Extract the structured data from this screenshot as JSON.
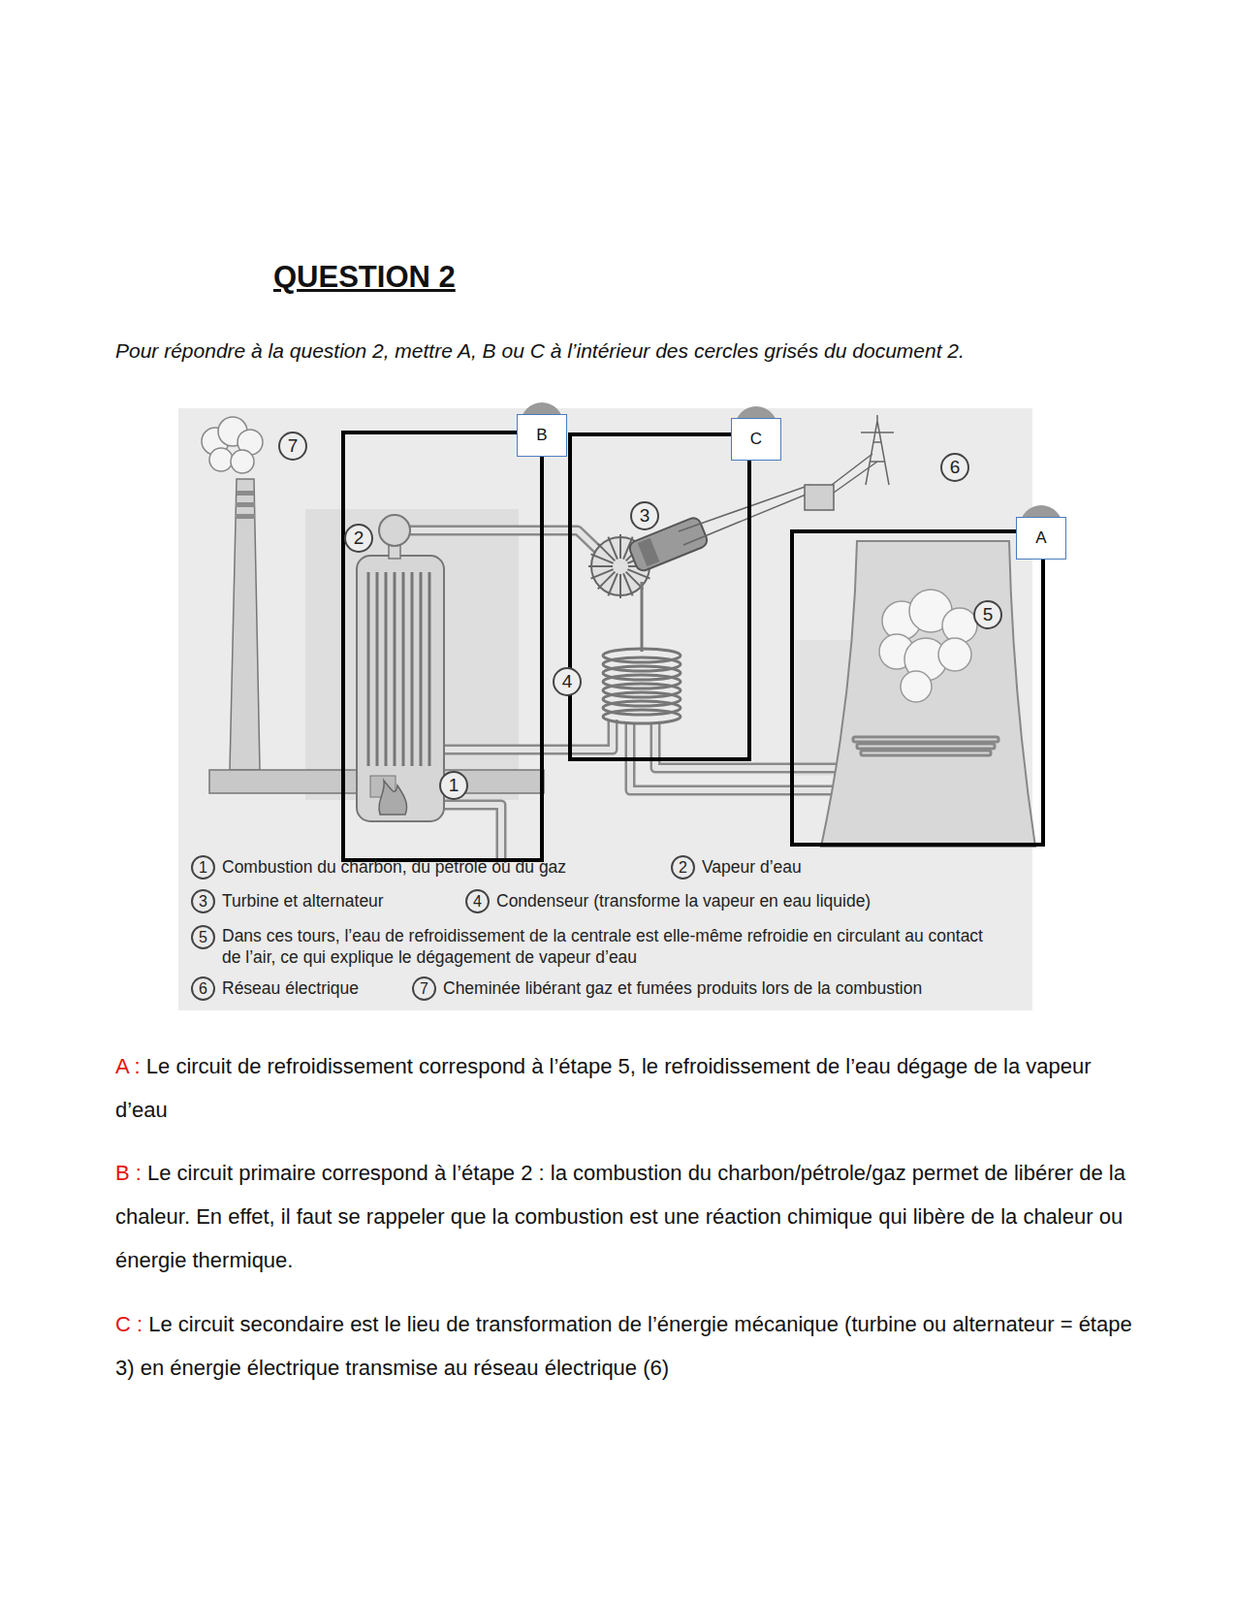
{
  "diagram": {
    "title": "QUESTION 2",
    "nodes": [
      {
        "text": [
          "B"
        ]
      },
      {
        "text": [
          "C"
        ]
      },
      {
        "text": [
          "A"
        ]
      }
    ],
    "labels": [
      "Pour répondre à la question 2, mettre A, B ou C à l’intérieur des cercles grisés du document 2.",
      "7",
      "2",
      "3",
      "6",
      "5",
      "4",
      "1",
      "1",
      "Combustion du charbon, du pétrole ou du gaz",
      "2",
      "Vapeur d’eau",
      "3",
      "Turbine et alternateur",
      "4",
      "Condenseur (transforme la vapeur en eau liquide)",
      "5",
      "Dans ces tours, l’eau de refroidissement de la centrale est elle-même refroidie en circulant au contact de l’air, ce qui explique le dégagement de vapeur d’eau",
      "6",
      "Réseau électrique",
      "7",
      "Cheminée libérant gaz et fumées produits lors de la combustion",
      "A :",
      "Le circuit de refroidissement correspond à l’étape 5, le refroidissement de l’eau dégage de la vapeur d’eau",
      "B :",
      "Le circuit primaire correspond à l’étape 2 : la combustion du charbon/pétrole/gaz permet de libérer de la chaleur. En effet, il faut se rappeler que la combustion est une réaction chimique qui libère de la chaleur ou énergie thermique.",
      "C :",
      "Le circuit secondaire est le lieu de transformation de l’énergie mécanique (turbine ou alternateur = étape 3) en énergie électrique transmise au réseau électrique (6)"
    ]
  }
}
